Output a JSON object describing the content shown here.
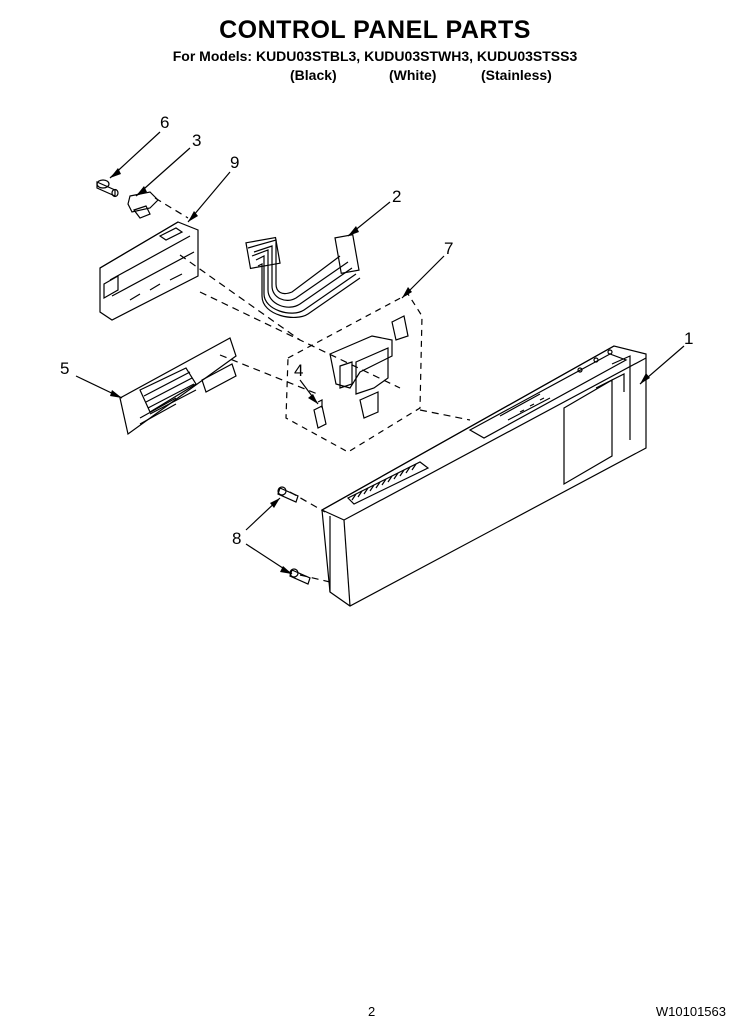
{
  "header": {
    "title": "CONTROL PANEL PARTS",
    "models_line": "For Models: KUDU03STBL3, KUDU03STWH3, KUDU03STSS3",
    "variants": [
      "(Black)",
      "(White)",
      "(Stainless)"
    ]
  },
  "callouts": [
    "6",
    "3",
    "9",
    "2",
    "7",
    "1",
    "5",
    "4",
    "8"
  ],
  "footer": {
    "page_number": "2",
    "doc_number": "W10101563"
  }
}
